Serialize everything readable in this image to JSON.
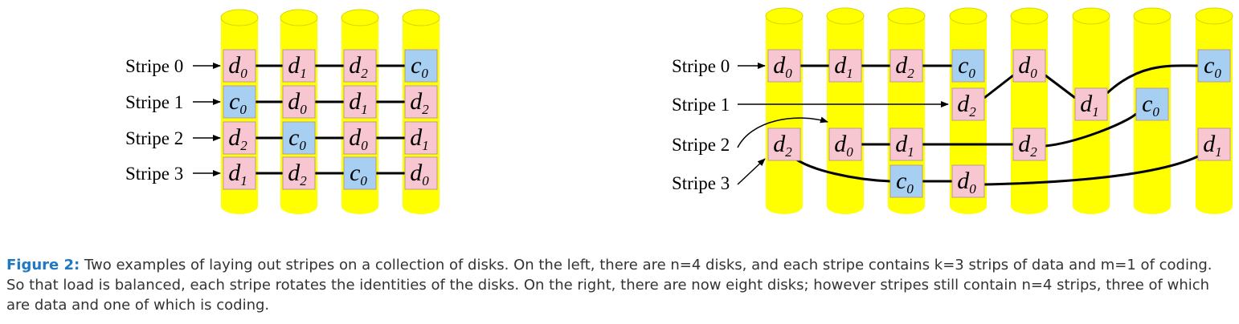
{
  "colors": {
    "disk": "#ffff00",
    "disk_edge": "#d6d600",
    "data_block": "#f7c6d0",
    "coding_block": "#a6cff2",
    "block_edge": "#b89aa0",
    "line": "#000000",
    "caption_label": "#1f78c1",
    "caption_text": "#333333"
  },
  "left_diagram": {
    "disk_count": 4,
    "stripe_labels": [
      "Stripe 0",
      "Stripe 1",
      "Stripe 2",
      "Stripe 3"
    ],
    "rows": [
      [
        {
          "sym": "d",
          "sub": "0"
        },
        {
          "sym": "d",
          "sub": "1"
        },
        {
          "sym": "d",
          "sub": "2"
        },
        {
          "sym": "c",
          "sub": "0"
        }
      ],
      [
        {
          "sym": "c",
          "sub": "0"
        },
        {
          "sym": "d",
          "sub": "0"
        },
        {
          "sym": "d",
          "sub": "1"
        },
        {
          "sym": "d",
          "sub": "2"
        }
      ],
      [
        {
          "sym": "d",
          "sub": "2"
        },
        {
          "sym": "c",
          "sub": "0"
        },
        {
          "sym": "d",
          "sub": "0"
        },
        {
          "sym": "d",
          "sub": "1"
        }
      ],
      [
        {
          "sym": "d",
          "sub": "1"
        },
        {
          "sym": "d",
          "sub": "2"
        },
        {
          "sym": "c",
          "sub": "0"
        },
        {
          "sym": "d",
          "sub": "0"
        }
      ]
    ]
  },
  "right_diagram": {
    "disk_count": 8,
    "stripe_labels": [
      "Stripe 0",
      "Stripe 1",
      "Stripe 2",
      "Stripe 3"
    ],
    "blocks": [
      {
        "stripe": 0,
        "disk": 0,
        "level": 0,
        "sym": "d",
        "sub": "0"
      },
      {
        "stripe": 0,
        "disk": 1,
        "level": 0,
        "sym": "d",
        "sub": "1"
      },
      {
        "stripe": 0,
        "disk": 2,
        "level": 0,
        "sym": "d",
        "sub": "2"
      },
      {
        "stripe": 0,
        "disk": 3,
        "level": 0,
        "sym": "c",
        "sub": "0"
      },
      {
        "stripe": 1,
        "disk": 4,
        "level": 0,
        "sym": "d",
        "sub": "0"
      },
      {
        "stripe": 1,
        "disk": 3,
        "level": 1,
        "sym": "d",
        "sub": "2"
      },
      {
        "stripe": 1,
        "disk": 5,
        "level": 1,
        "sym": "d",
        "sub": "1"
      },
      {
        "stripe": 1,
        "disk": 7,
        "level": 0,
        "sym": "c",
        "sub": "0"
      },
      {
        "stripe": 2,
        "disk": 6,
        "level": 1,
        "sym": "c",
        "sub": "0"
      },
      {
        "stripe": 2,
        "disk": 1,
        "level": 2,
        "sym": "d",
        "sub": "0"
      },
      {
        "stripe": 2,
        "disk": 2,
        "level": 2,
        "sym": "d",
        "sub": "1"
      },
      {
        "stripe": 2,
        "disk": 4,
        "level": 2,
        "sym": "d",
        "sub": "2"
      },
      {
        "stripe": 3,
        "disk": 0,
        "level": 2,
        "sym": "d",
        "sub": "2"
      },
      {
        "stripe": 3,
        "disk": 7,
        "level": 2,
        "sym": "d",
        "sub": "1"
      },
      {
        "stripe": 3,
        "disk": 2,
        "level": 3,
        "sym": "c",
        "sub": "0"
      },
      {
        "stripe": 3,
        "disk": 3,
        "level": 3,
        "sym": "d",
        "sub": "0"
      }
    ]
  },
  "caption": {
    "label": "Figure 2:",
    "text": " Two examples of laying out stripes on a collection of disks. On the left, there are n=4 disks, and each stripe contains k=3 strips of data and m=1 of coding. So that load is balanced, each stripe rotates the identities of the disks. On the right, there are now eight disks; however stripes still contain n=4 strips, three of which are data and one of which is coding."
  }
}
